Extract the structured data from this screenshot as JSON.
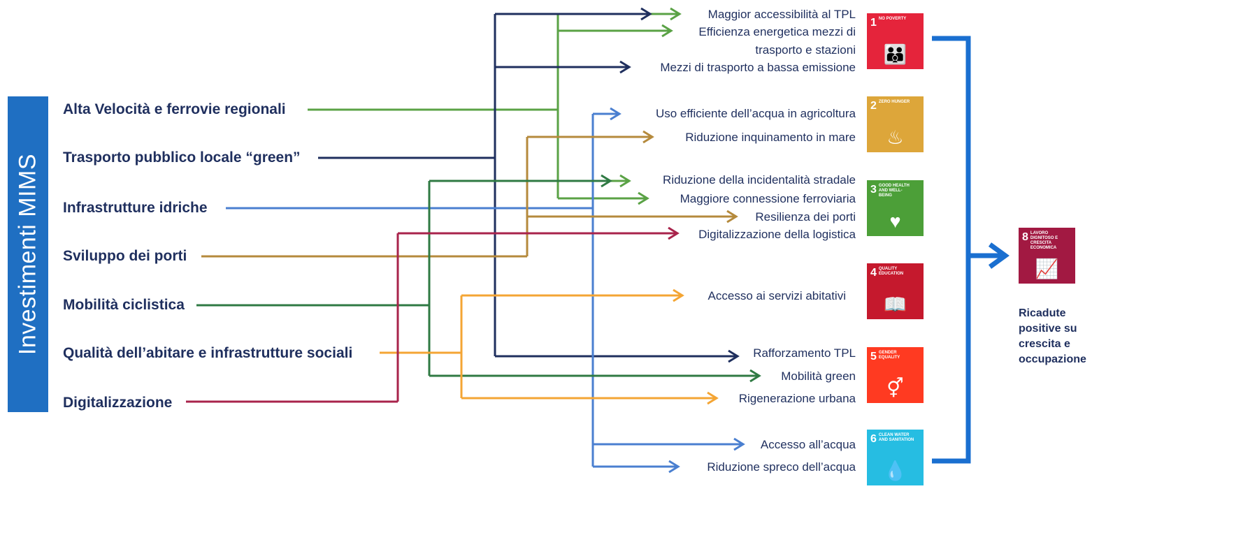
{
  "side_label": "Investimenti MIMS",
  "investments": [
    "Alta Velocità e ferrovie regionali",
    "Trasporto pubblico locale “green”",
    "Infrastrutture idriche",
    "Sviluppo dei porti",
    "Mobilità ciclistica",
    "Qualità dell’abitare e infrastrutture sociali",
    "Digitalizzazione"
  ],
  "outcomes": [
    "Maggior accessibilità al TPL",
    "Efficienza energetica mezzi di",
    "trasporto e stazioni",
    "Mezzi di trasporto a bassa emissione",
    "Uso efficiente dell’acqua in agricoltura",
    "Riduzione inquinamento in mare",
    "Riduzione della incidentalità stradale",
    "Maggiore connessione ferroviaria",
    "Resilienza dei porti",
    "Digitalizzazione della logistica",
    "Accesso ai servizi abitativi",
    "Rafforzamento TPL",
    "Mobilità green",
    "Rigenerazione urbana",
    "Accesso all’acqua",
    "Riduzione spreco dell’acqua"
  ],
  "sdgs": [
    {
      "number": "1",
      "title": "NO POVERTY",
      "color": "#e5243b",
      "icon": "family-icon"
    },
    {
      "number": "2",
      "title": "ZERO HUNGER",
      "color": "#dda63a",
      "icon": "bowl-icon"
    },
    {
      "number": "3",
      "title": "GOOD HEALTH AND WELL-BEING",
      "color": "#4c9f38",
      "icon": "heartbeat-icon"
    },
    {
      "number": "4",
      "title": "QUALITY EDUCATION",
      "color": "#c5192d",
      "icon": "book-icon"
    },
    {
      "number": "5",
      "title": "GENDER EQUALITY",
      "color": "#ff3a21",
      "icon": "gender-icon"
    },
    {
      "number": "6",
      "title": "CLEAN WATER AND SANITATION",
      "color": "#26bde2",
      "icon": "water-drop-icon"
    },
    {
      "number": "8",
      "title": "LAVORO DIGNITOSO E CRESCITA ECONOMICA",
      "color": "#a21942",
      "icon": "growth-chart-icon"
    }
  ],
  "result_label": [
    "Ricadute",
    "positive su",
    "crescita e",
    "occupazione"
  ],
  "colors": {
    "side_bar": "#1f6fc2",
    "text": "#1f2f5e",
    "green": "#5aa245",
    "navy": "#1f2f5e",
    "blue": "#4a7fd0",
    "gold": "#b58a3c",
    "dark_green": "#2f7a43",
    "orange": "#f4a534",
    "crimson": "#a8234b",
    "bracket": "#1a6fd0"
  }
}
